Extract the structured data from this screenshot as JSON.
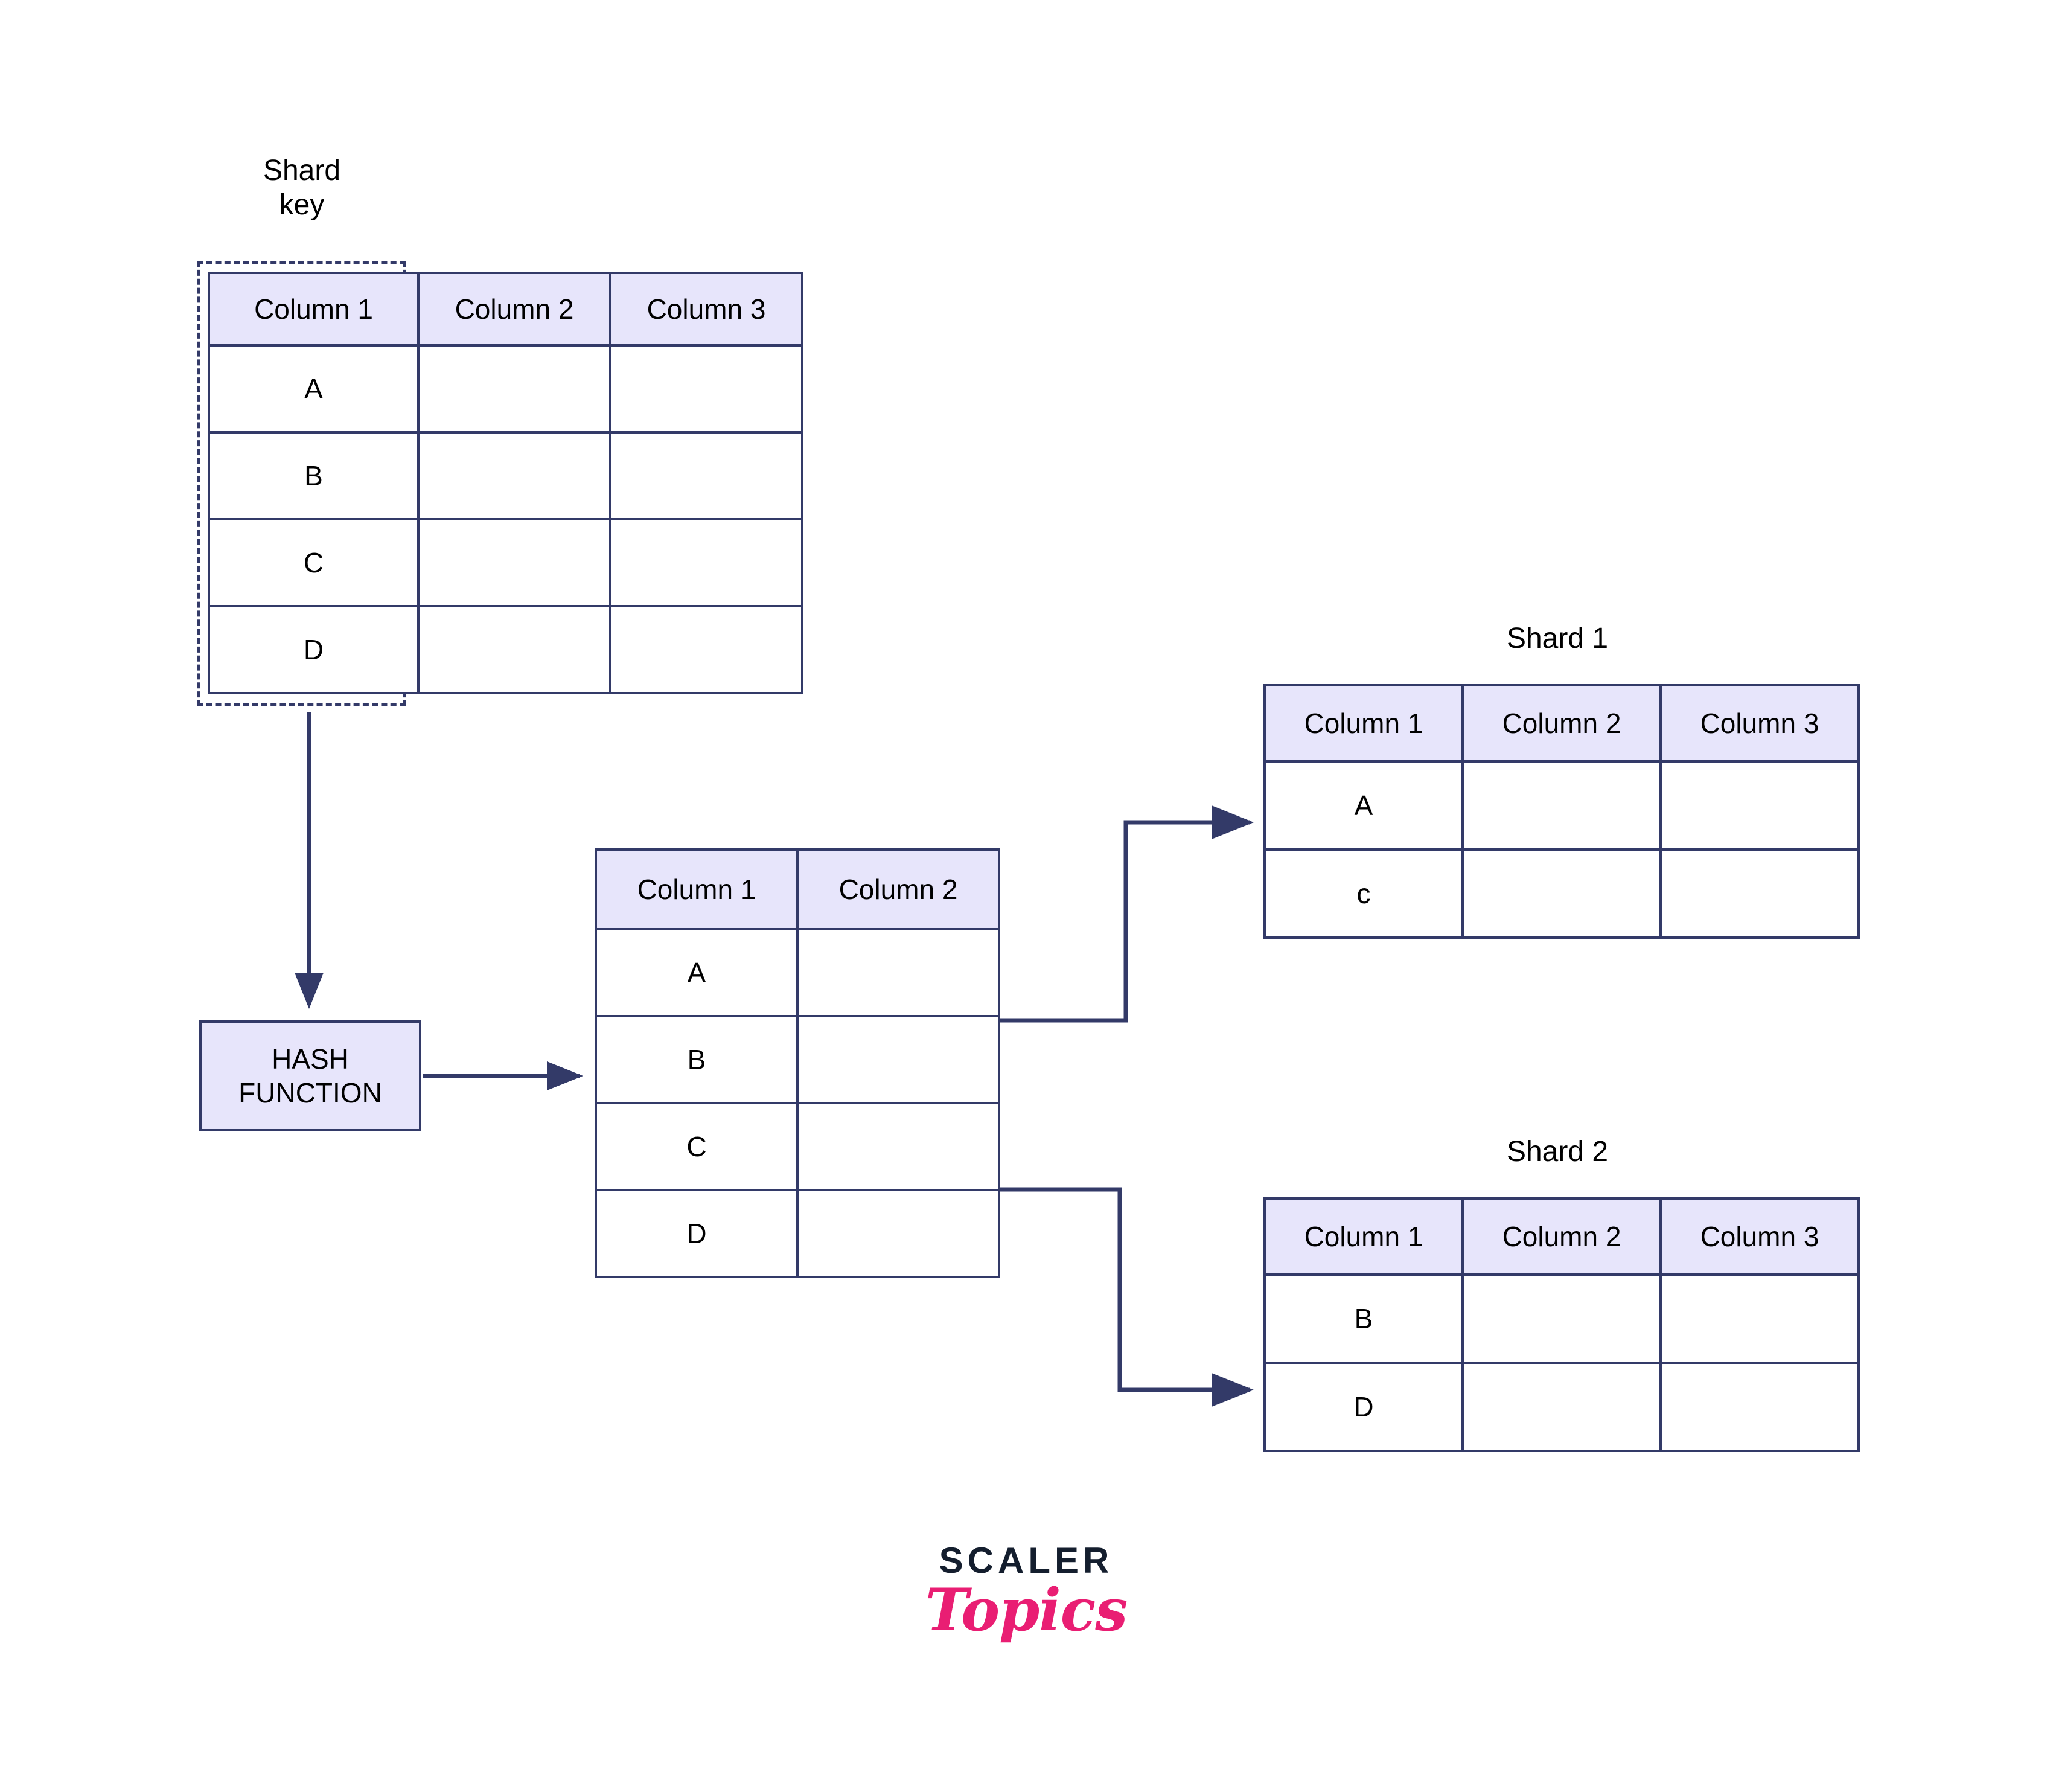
{
  "diagram": {
    "title": "Hash-based database sharding",
    "colors": {
      "border": "#333a68",
      "header_fill": "#e7e5fb",
      "text": "#000000",
      "logo_dark": "#141e2e",
      "logo_pink": "#e91e73",
      "background": "#ffffff"
    }
  },
  "shard_key": {
    "label": "Shard\nkey"
  },
  "source_table": {
    "headers": [
      "Column 1",
      "Column 2",
      "Column 3"
    ],
    "rows": [
      [
        "A",
        "",
        ""
      ],
      [
        "B",
        "",
        ""
      ],
      [
        "C",
        "",
        ""
      ],
      [
        "D",
        "",
        ""
      ]
    ]
  },
  "hash_function": {
    "line1": "HASH",
    "line2": "FUNCTION"
  },
  "hash_table": {
    "headers": [
      "Column 1",
      "Column 2"
    ],
    "rows": [
      [
        "A",
        ""
      ],
      [
        "B",
        ""
      ],
      [
        "C",
        ""
      ],
      [
        "D",
        ""
      ]
    ]
  },
  "shard1": {
    "label": "Shard 1",
    "headers": [
      "Column 1",
      "Column 2",
      "Column 3"
    ],
    "rows": [
      [
        "A",
        "",
        ""
      ],
      [
        "c",
        "",
        ""
      ]
    ]
  },
  "shard2": {
    "label": "Shard 2",
    "headers": [
      "Column 1",
      "Column 2",
      "Column 3"
    ],
    "rows": [
      [
        "B",
        "",
        ""
      ],
      [
        "D",
        "",
        ""
      ]
    ]
  },
  "logo": {
    "primary": "SCALER",
    "secondary": "Topics"
  }
}
